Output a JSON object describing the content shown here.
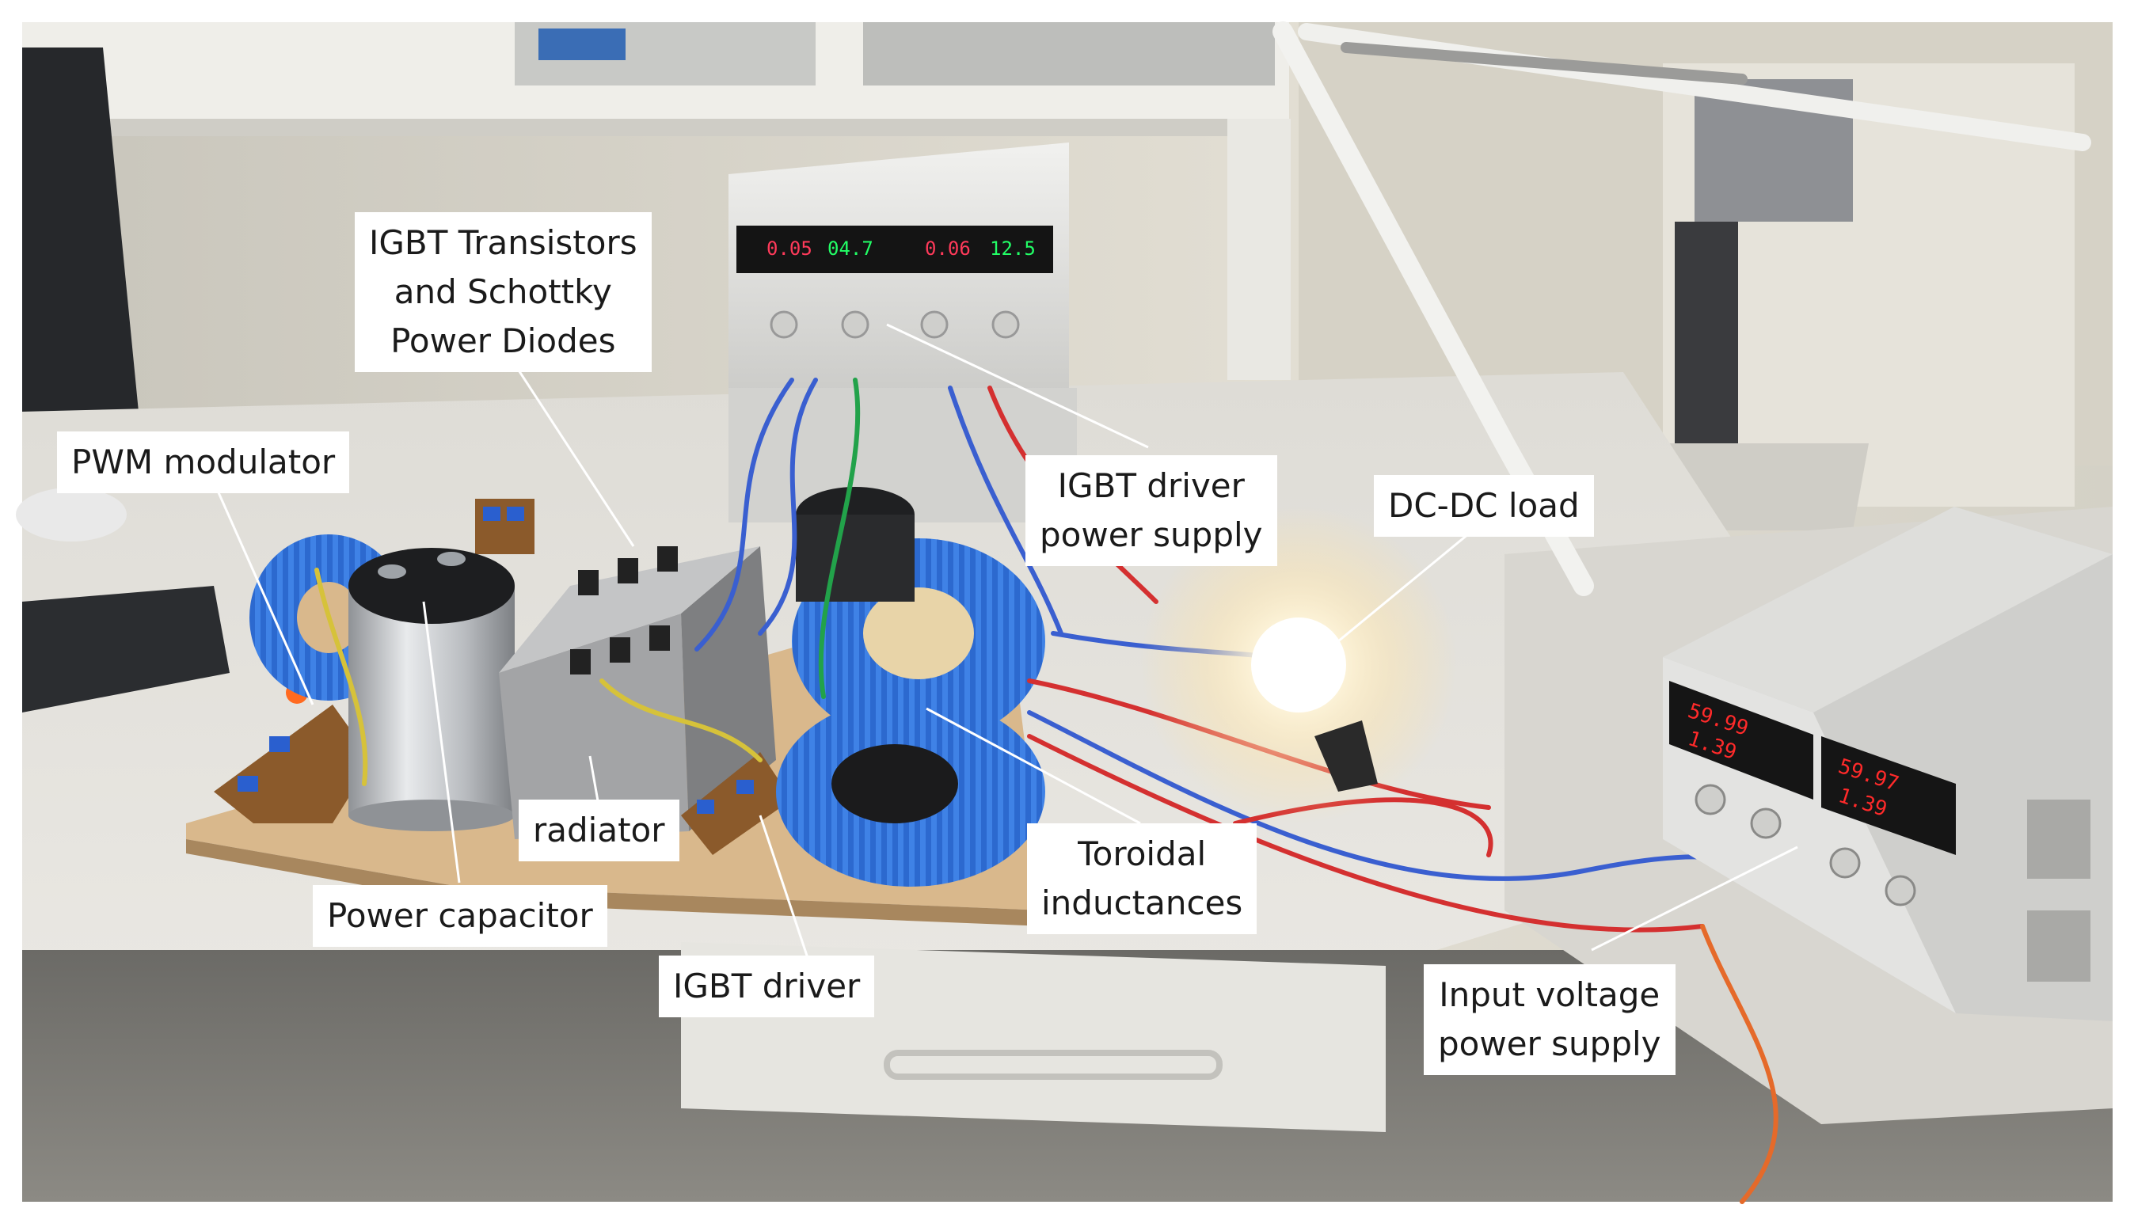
{
  "labels": {
    "igbt_transistors": [
      "IGBT Transistors",
      "and Schottky",
      "Power Diodes"
    ],
    "pwm_modulator": [
      "PWM modulator"
    ],
    "igbt_driver_power_supply": [
      "IGBT driver",
      "power supply"
    ],
    "dcdc_load": [
      "DC-DC load"
    ],
    "radiator": [
      "radiator"
    ],
    "power_capacitor": [
      "Power capacitor"
    ],
    "toroidal_inductances": [
      "Toroidal",
      "inductances"
    ],
    "igbt_driver": [
      "IGBT driver"
    ],
    "input_voltage_power_supply": [
      "Input voltage",
      "power supply"
    ]
  },
  "displays": {
    "upper_supply": [
      "0.05",
      "04.7",
      "0.06",
      "12.5"
    ],
    "lower_supply": [
      "59.99",
      "1.39",
      "59.97",
      "1.39"
    ]
  },
  "colors": {
    "desk": "#e8e6e1",
    "wall": "#d9d6cc",
    "toroid_blue": "#2f6fd6",
    "wood_board": "#d9b88c",
    "heatsink": "#9a9a9a",
    "led_red": "#ff2a2a",
    "led_green": "#22ff66",
    "wire_red": "#d43030",
    "wire_blue": "#3a5fd0"
  }
}
